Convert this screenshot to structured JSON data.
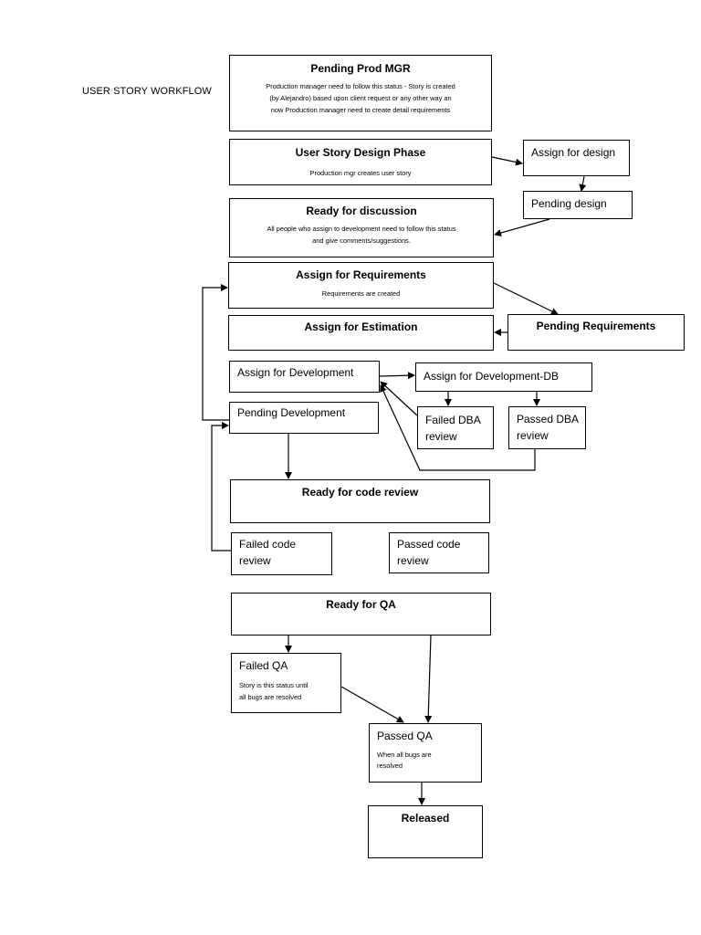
{
  "side_title": "USER STORY WORKFLOW",
  "boxes": {
    "pending_prod_mgr": {
      "title": "Pending Prod MGR",
      "lines": [
        "Production manager need to follow this status - Story is created",
        "(by Alejandro) based upon client request or any other way an",
        "now Production manager need to create detail requirements"
      ]
    },
    "user_story_design_phase": {
      "title": "User Story Design Phase",
      "lines": [
        "Production mgr creates user story"
      ]
    },
    "assign_for_design": {
      "title": "Assign for design"
    },
    "pending_design": {
      "title": "Pending design"
    },
    "ready_for_discussion": {
      "title": "Ready for discussion",
      "lines": [
        "All people who assign to development need to follow this status",
        "and give comments/suggestions."
      ]
    },
    "assign_for_requirements": {
      "title": "Assign for Requirements",
      "lines": [
        "Requirements are created"
      ]
    },
    "assign_for_estimation": {
      "title": "Assign for Estimation"
    },
    "pending_requirements": {
      "title": "Pending Requirements"
    },
    "assign_for_development": {
      "title": "Assign for Development"
    },
    "assign_for_development_db": {
      "title": "Assign for Development-DB"
    },
    "failed_dba_review": {
      "title_lines": [
        "Failed DBA",
        "review"
      ]
    },
    "passed_dba_review": {
      "title_lines": [
        "Passed DBA",
        "review"
      ]
    },
    "pending_development": {
      "title": "Pending Development"
    },
    "ready_for_code_review": {
      "title": "Ready for code review"
    },
    "failed_code_review": {
      "title_lines": [
        "Failed code",
        "review"
      ]
    },
    "passed_code_review": {
      "title_lines": [
        "Passed code",
        "review"
      ]
    },
    "ready_for_qa": {
      "title": "Ready for QA"
    },
    "failed_qa": {
      "title": "Failed QA",
      "lines": [
        "Story is this status until",
        "all bugs are resolved"
      ]
    },
    "passed_qa": {
      "title": "Passed QA",
      "lines": [
        "When all bugs are",
        "resolved"
      ]
    },
    "released": {
      "title": "Released"
    }
  }
}
